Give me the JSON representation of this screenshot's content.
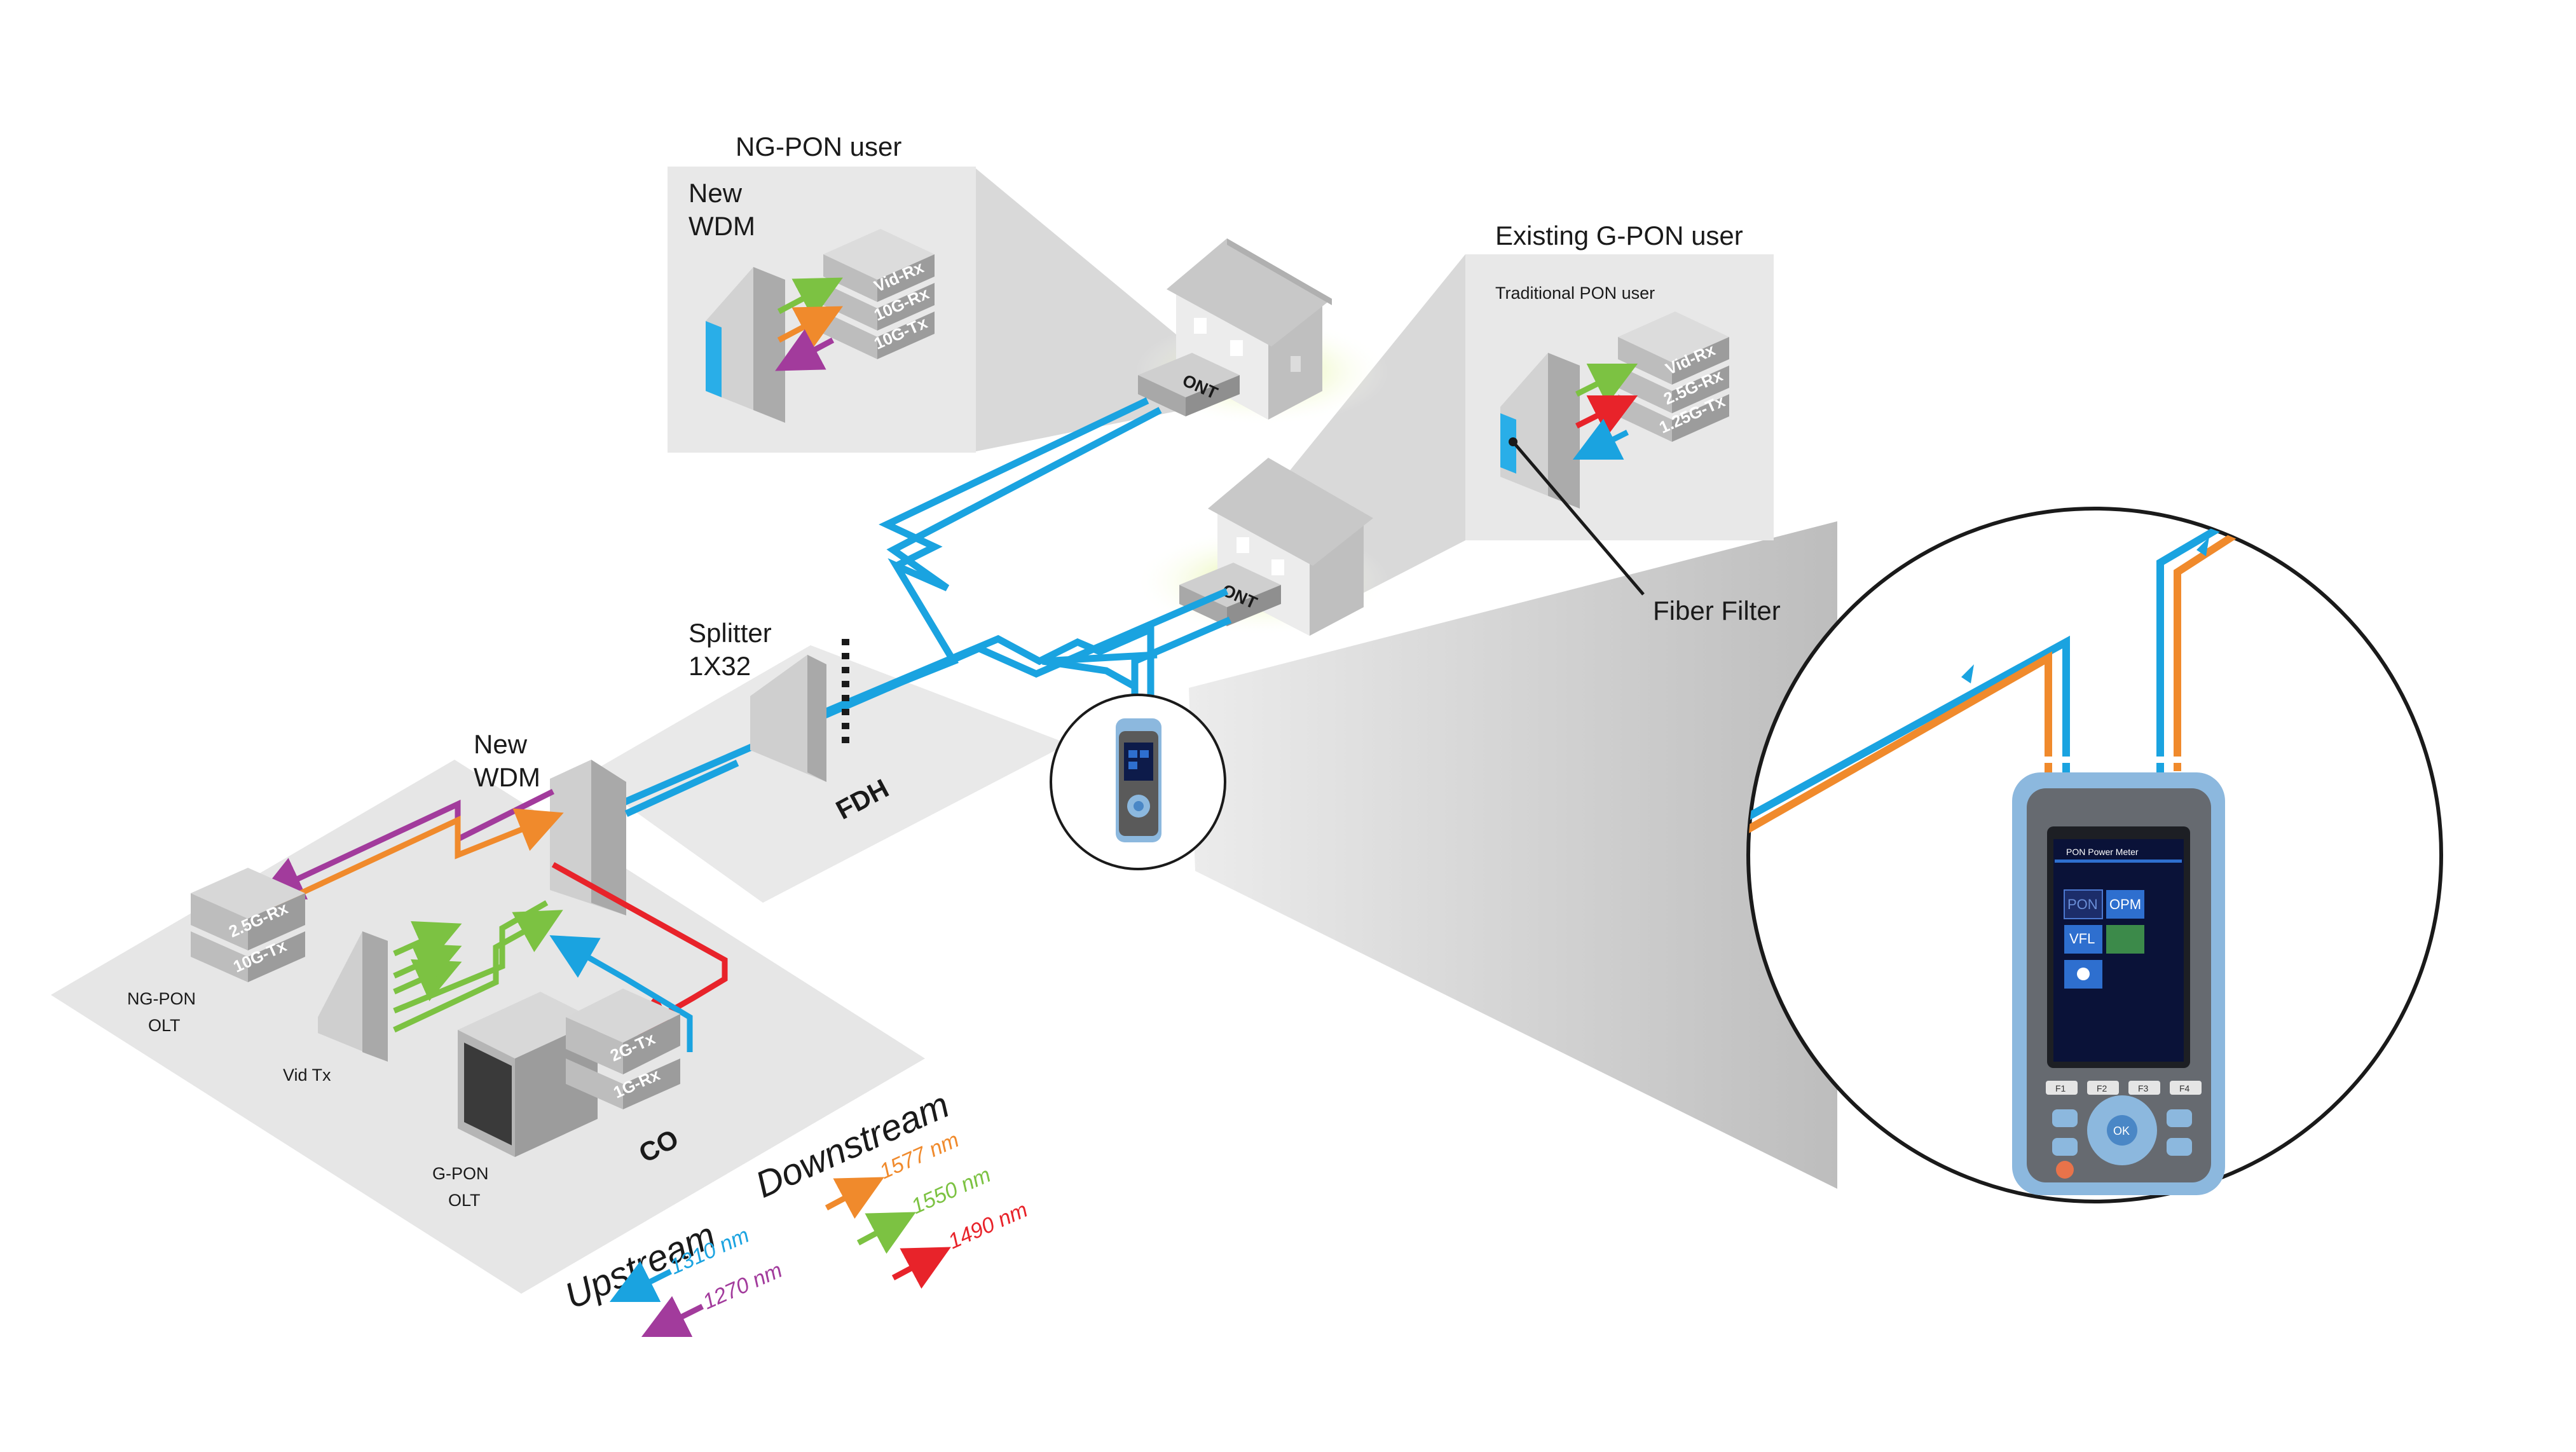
{
  "labels": {
    "ngpon_user": "NG-PON user",
    "ngpon_new_wdm_1": "New",
    "ngpon_new_wdm_2": "WDM",
    "vid_rx": "Vid-Rx",
    "r10g_rx": "10G-Rx",
    "r10g_tx": "10G-Tx",
    "existing_gpon_user": "Existing G-PON user",
    "traditional_pon_user": "Traditional PON user",
    "vid_rx_2": "Vid-Rx",
    "r25g_rx": "2.5G-Rx",
    "r125g_tx": "1.25G-Tx",
    "fiber_filter": "Fiber Filter",
    "splitter_1": "Splitter",
    "splitter_2": "1X32",
    "fdh": "FDH",
    "co_new_wdm_1": "New",
    "co_new_wdm_2": "WDM",
    "olt_25g_rx": "2.5G-Rx",
    "olt_10g_tx": "10G-Tx",
    "ngpon_olt_1": "NG-PON",
    "ngpon_olt_2": "OLT",
    "vid_tx": "Vid Tx",
    "gpon_2g_tx": "2G-Tx",
    "gpon_1g_rx": "1G-Rx",
    "gpon_olt_1": "G-PON",
    "gpon_olt_2": "OLT",
    "co": "CO",
    "ont": "ONT",
    "ont_2": "ONT"
  },
  "legend": {
    "upstream": "Upstream",
    "downstream": "Downstream",
    "w1310": "1310 nm",
    "w1270": "1270 nm",
    "w1577": "1577 nm",
    "w1550": "1550 nm",
    "w1490": "1490 nm"
  },
  "device": {
    "screen_title": "PON Power Meter",
    "tile_pon": "PON",
    "tile_opm": "OPM",
    "tile_vfl": "VFL",
    "key_f1": "F1",
    "key_f2": "F2",
    "key_f3": "F3",
    "key_f4": "F4",
    "key_ok": "OK"
  },
  "colors": {
    "blue": "#1aa3e0",
    "orange": "#f08a2c",
    "green": "#7cc242",
    "red": "#e8232a",
    "purple": "#a23b9c",
    "device_blue": "#8cb8de"
  }
}
